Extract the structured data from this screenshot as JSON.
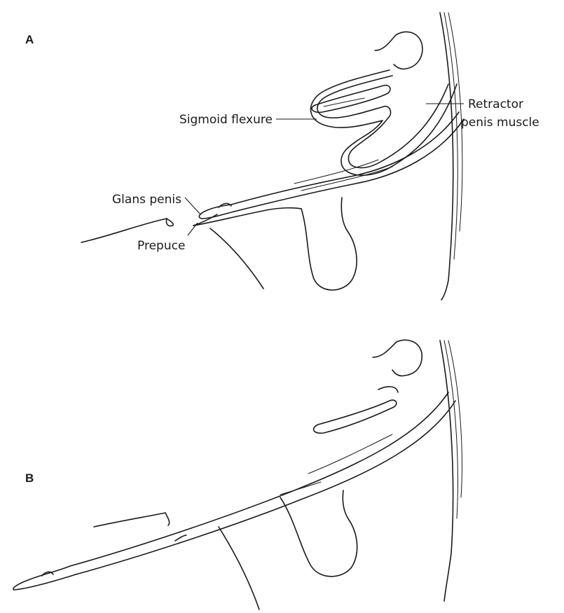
{
  "panels": [
    {
      "id": "A",
      "label": "A"
    },
    {
      "id": "B",
      "label": "B"
    }
  ],
  "labels": {
    "retractor_line1": "Retractor",
    "retractor_line2": "penis muscle",
    "sigmoid_flexure": "Sigmoid flexure",
    "glans_penis": "Glans penis",
    "prepuce": "Prepuce"
  },
  "colors": {
    "ink": "#1a1a1a",
    "background": "#ffffff"
  }
}
